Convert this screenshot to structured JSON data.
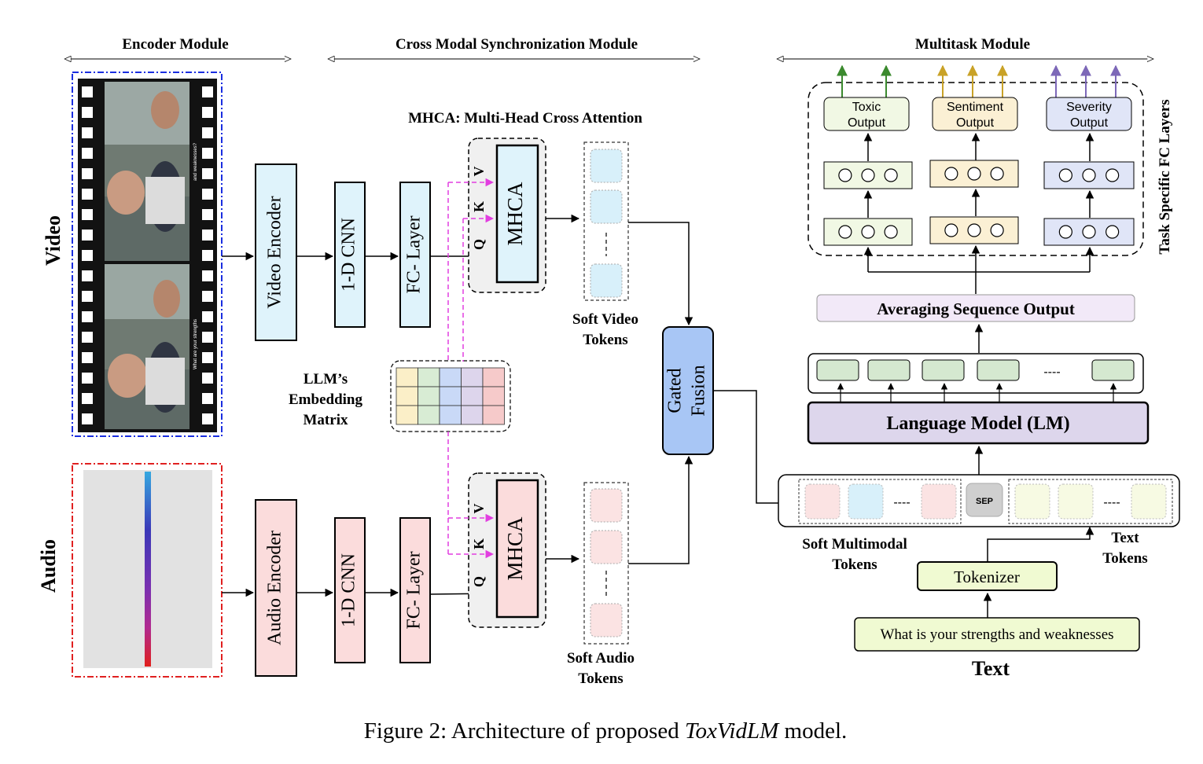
{
  "headers": {
    "encoder": "Encoder Module",
    "cross_modal": "Cross Modal Synchronization Module",
    "multitask": "Multitask  Module"
  },
  "side_labels": {
    "video": "Video",
    "audio": "Audio",
    "task_fc": "Task Specific FC Layers"
  },
  "video_frames": {
    "subtitle_top": "and weaknesses?",
    "subtitle_bottom": "What are your strengths"
  },
  "video_branch": {
    "encoder": "Video Encoder",
    "cnn": "1-D CNN",
    "fc": "FC- Layer",
    "mhca": "MHCA",
    "q": "Q",
    "k": "K",
    "v": "V",
    "soft_tokens_line1": "Soft Video",
    "soft_tokens_line2": "Tokens"
  },
  "audio_branch": {
    "encoder": "Audio Encoder",
    "cnn": "1-D CNN",
    "fc": "FC- Layer",
    "mhca": "MHCA",
    "q": "Q",
    "k": "K",
    "v": "V",
    "soft_tokens_line1": "Soft Audio",
    "soft_tokens_line2": "Tokens"
  },
  "mhca_title": "MHCA: Multi-Head Cross Attention",
  "embedding": {
    "line1": "LLM’s",
    "line2": "Embedding",
    "line3": "Matrix"
  },
  "gated_fusion": {
    "line1": "Gated",
    "line2": "Fusion"
  },
  "multitask": {
    "toxic_line1": "Toxic",
    "toxic_line2": "Output",
    "sentiment_line1": "Sentiment",
    "sentiment_line2": "Output",
    "severity_line1": "Severity",
    "severity_line2": "Output",
    "averaging": "Averaging Sequence Output",
    "lm": "Language Model (LM)",
    "dashes": "----"
  },
  "tokens": {
    "sep": "SEP",
    "dashes": "----",
    "soft_mm_line1": "Soft Multimodal",
    "soft_mm_line2": "Tokens",
    "text_tok_line1": "Text",
    "text_tok_line2": "Tokens",
    "tokenizer": "Tokenizer",
    "input_text": "What is your strengths and weaknesses",
    "text_label": "Text"
  },
  "caption": {
    "prefix": "Figure 2:  Architecture of proposed ",
    "model": "ToxVidLM",
    "suffix": " model."
  },
  "colors": {
    "video_block": "#dff3fb",
    "audio_block": "#fbdcdc",
    "gated_fusion": "#a8c6f5",
    "toxic": "#f1f8e4",
    "sentiment": "#fbf0d4",
    "severity": "#e0e5f7",
    "averaging": "#f2e9f8",
    "lm": "#ddd6ec",
    "text_box": "#f0fad2",
    "hidden_token": "#d5e8d0",
    "arrow_green": "#3b8a2e",
    "arrow_gold": "#c9a227",
    "arrow_purple": "#7d68b8",
    "dashed_magenta": "#e23ee0"
  }
}
